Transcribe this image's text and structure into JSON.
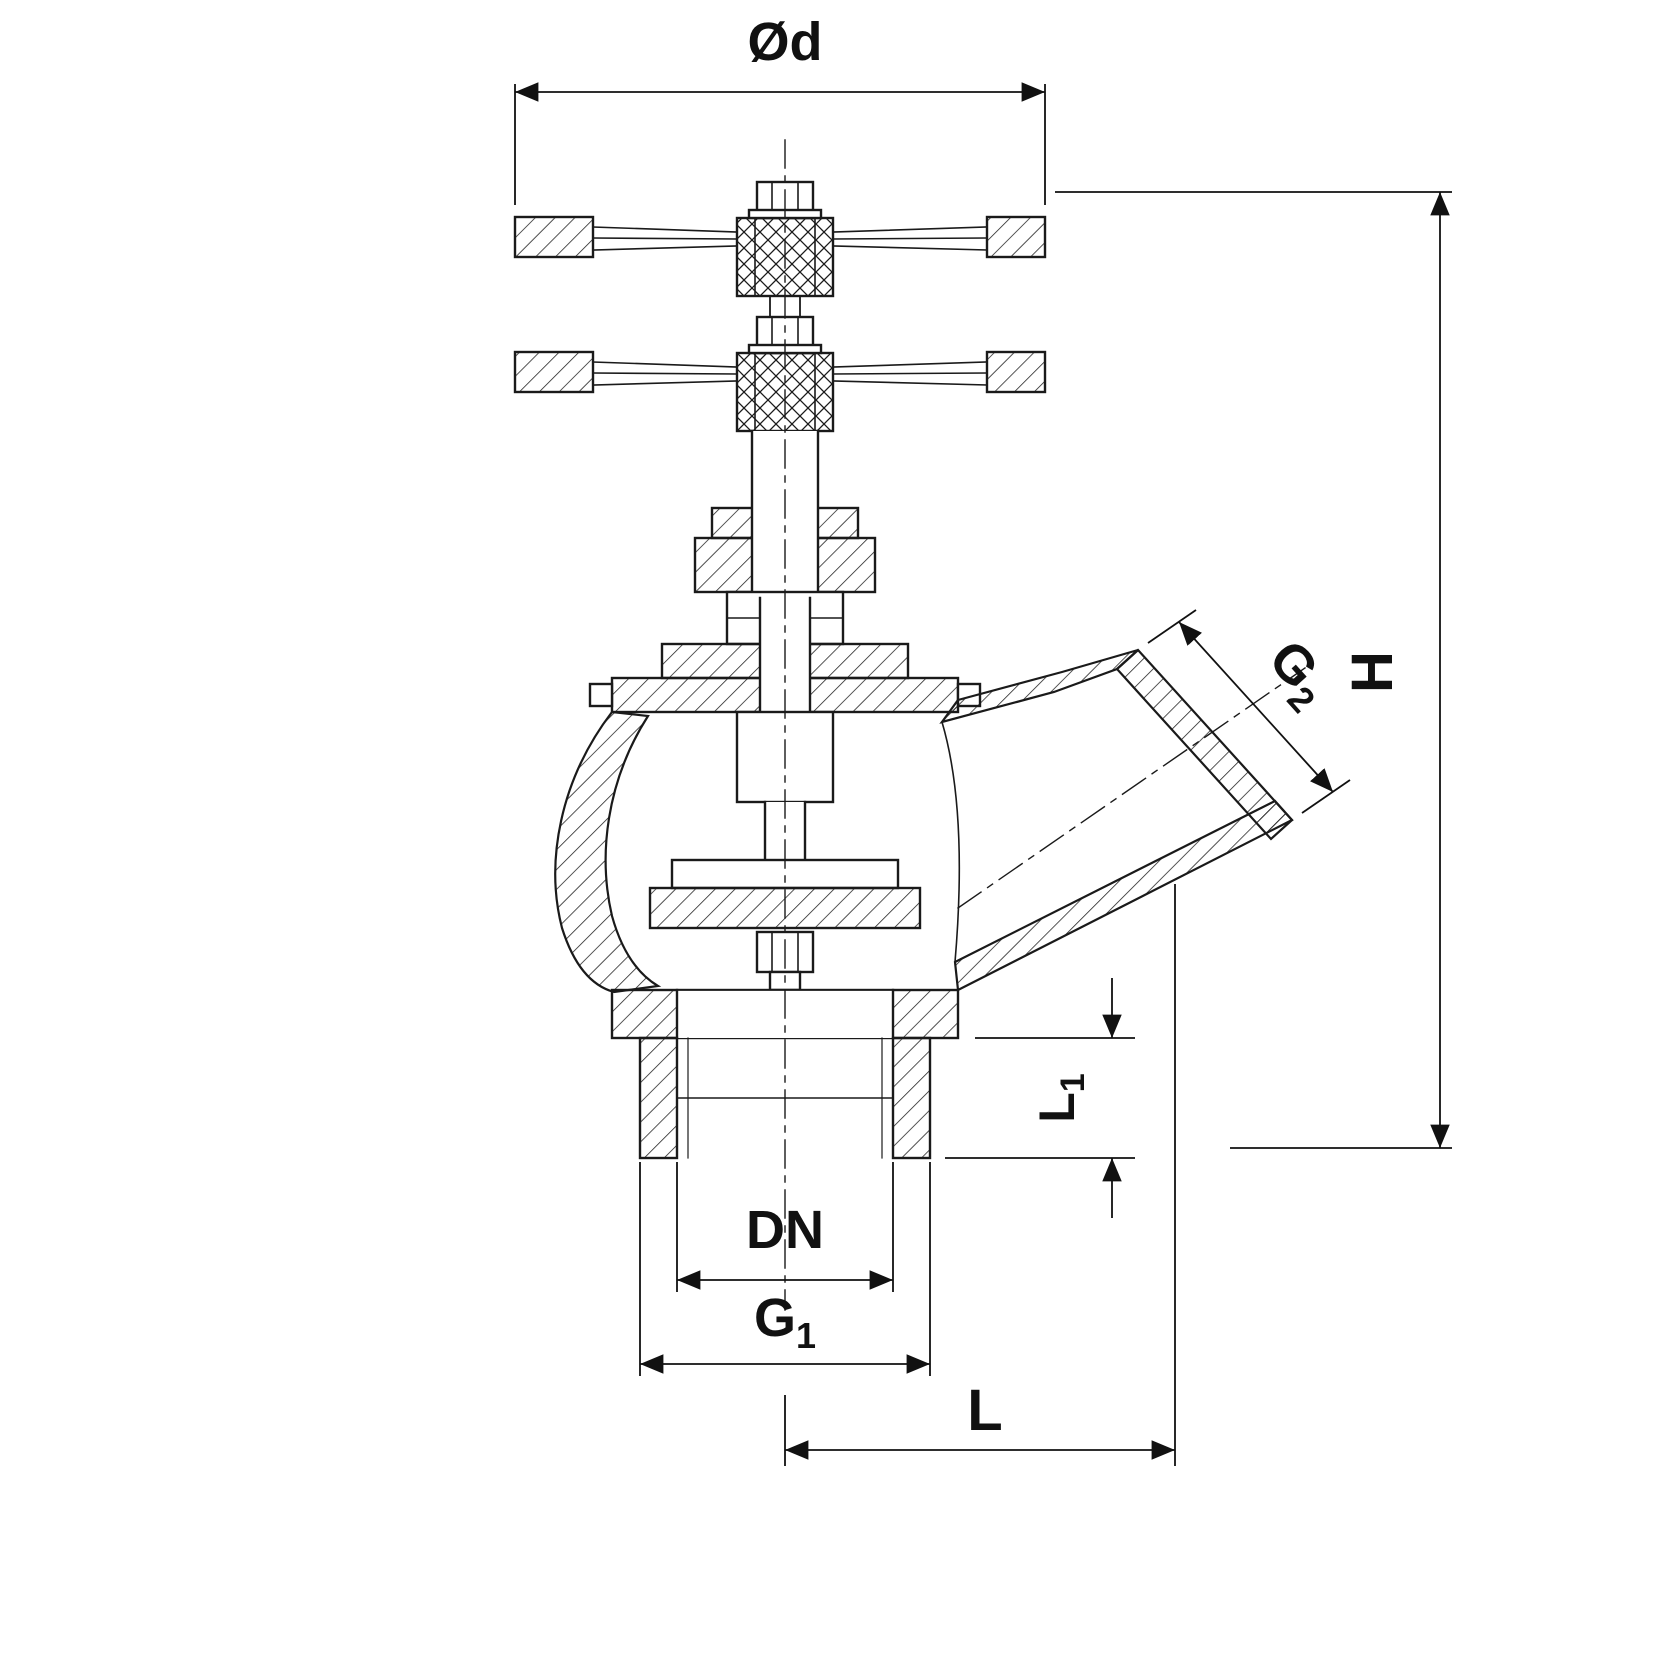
{
  "drawing": {
    "ink": "#1a1a1a",
    "dim_ink": "#111111",
    "background": "#ffffff"
  },
  "dims": {
    "od": {
      "label": "Ød"
    },
    "h": {
      "label": "H"
    },
    "g2": {
      "base": "G",
      "sub": "2"
    },
    "l1": {
      "base": "L",
      "sub": "1"
    },
    "dn": {
      "label": "DN"
    },
    "g1": {
      "base": "G",
      "sub": "1"
    },
    "l": {
      "label": "L"
    }
  }
}
